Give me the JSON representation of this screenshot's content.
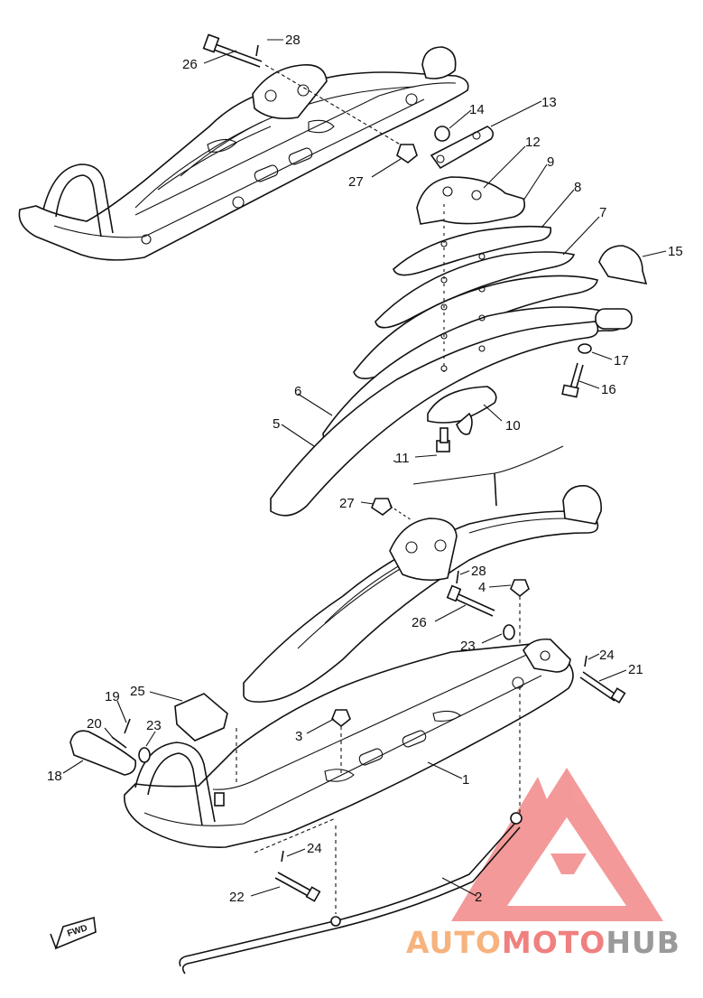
{
  "diagram": {
    "callouts": [
      {
        "id": "c1",
        "text": "1"
      },
      {
        "id": "c2",
        "text": "2"
      },
      {
        "id": "c3",
        "text": "3"
      },
      {
        "id": "c4",
        "text": "4"
      },
      {
        "id": "c5",
        "text": "5"
      },
      {
        "id": "c6",
        "text": "6"
      },
      {
        "id": "c7",
        "text": "7"
      },
      {
        "id": "c8",
        "text": "8"
      },
      {
        "id": "c9",
        "text": "9"
      },
      {
        "id": "c10",
        "text": "10"
      },
      {
        "id": "c11",
        "text": "11"
      },
      {
        "id": "c12",
        "text": "12"
      },
      {
        "id": "c13",
        "text": "13"
      },
      {
        "id": "c14",
        "text": "14"
      },
      {
        "id": "c15",
        "text": "15"
      },
      {
        "id": "c16",
        "text": "16"
      },
      {
        "id": "c17",
        "text": "17"
      },
      {
        "id": "c18",
        "text": "18"
      },
      {
        "id": "c19",
        "text": "19"
      },
      {
        "id": "c20",
        "text": "20"
      },
      {
        "id": "c21",
        "text": "21"
      },
      {
        "id": "c22",
        "text": "22"
      },
      {
        "id": "c23a",
        "text": "23"
      },
      {
        "id": "c23b",
        "text": "23"
      },
      {
        "id": "c24a",
        "text": "24"
      },
      {
        "id": "c24b",
        "text": "24"
      },
      {
        "id": "c25",
        "text": "25"
      },
      {
        "id": "c26a",
        "text": "26"
      },
      {
        "id": "c26b",
        "text": "26"
      },
      {
        "id": "c27a",
        "text": "27"
      },
      {
        "id": "c27b",
        "text": "27"
      },
      {
        "id": "c28a",
        "text": "28"
      },
      {
        "id": "c28b",
        "text": "28"
      }
    ],
    "direction_marker": "FWD"
  },
  "watermark": {
    "part1": "AUTO",
    "part2": "MOTO",
    "part3": "HUB",
    "colors": {
      "auto": "#f7b37e",
      "moto": "#f08080",
      "hub": "#9a9a9a",
      "logo": "#f07878"
    }
  }
}
